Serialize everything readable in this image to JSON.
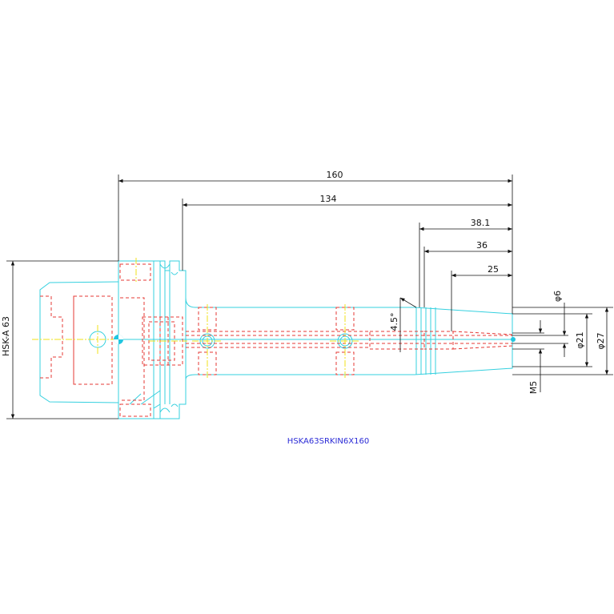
{
  "colors": {
    "outline": "#35d0df",
    "hidden": "#e53935",
    "center": "#f2e21a",
    "dimension": "#111111",
    "title": "#2b2bd6",
    "marker": "#22c6e0"
  },
  "part_name": "HSKA63SRKIN6X160",
  "dimensions": {
    "overall_length": "160",
    "shank_length": "134",
    "taper_length": "38.1",
    "slot_length": "36",
    "bore_length": "25",
    "taper_angle": "4.5°",
    "interface": "HSK-A 63",
    "bore_dia": "φ6",
    "tip_dia_1": "φ21",
    "tip_dia_2": "φ27",
    "screw": "M5"
  }
}
